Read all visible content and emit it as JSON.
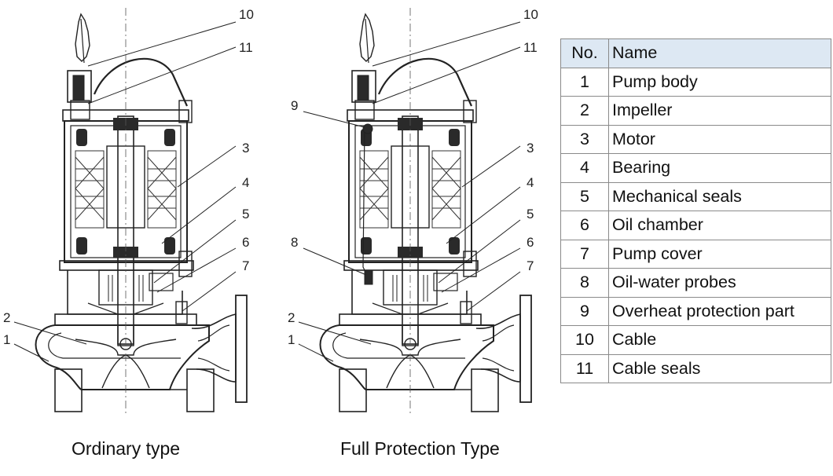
{
  "captions": {
    "ordinary": "Ordinary type",
    "full_protection": "Full Protection Type"
  },
  "table": {
    "header_no": "No.",
    "header_name": "Name",
    "rows": [
      {
        "no": "1",
        "name": "Pump body"
      },
      {
        "no": "2",
        "name": "Impeller"
      },
      {
        "no": "3",
        "name": "Motor"
      },
      {
        "no": "4",
        "name": "Bearing"
      },
      {
        "no": "5",
        "name": "Mechanical seals"
      },
      {
        "no": "6",
        "name": "Oil chamber"
      },
      {
        "no": "7",
        "name": "Pump cover"
      },
      {
        "no": "8",
        "name": "Oil-water probes"
      },
      {
        "no": "9",
        "name": "Overheat protection part"
      },
      {
        "no": "10",
        "name": "Cable"
      },
      {
        "no": "11",
        "name": "Cable seals"
      }
    ]
  },
  "callouts": {
    "ordinary": [
      "10",
      "11",
      "3",
      "4",
      "5",
      "6",
      "7",
      "2",
      "1"
    ],
    "full_protection": [
      "10",
      "11",
      "9",
      "3",
      "4",
      "5",
      "6",
      "8",
      "7",
      "2",
      "1"
    ]
  },
  "colors": {
    "line": "#222222",
    "table_header_bg": "#dde8f3",
    "table_border": "#8a8a8a"
  }
}
